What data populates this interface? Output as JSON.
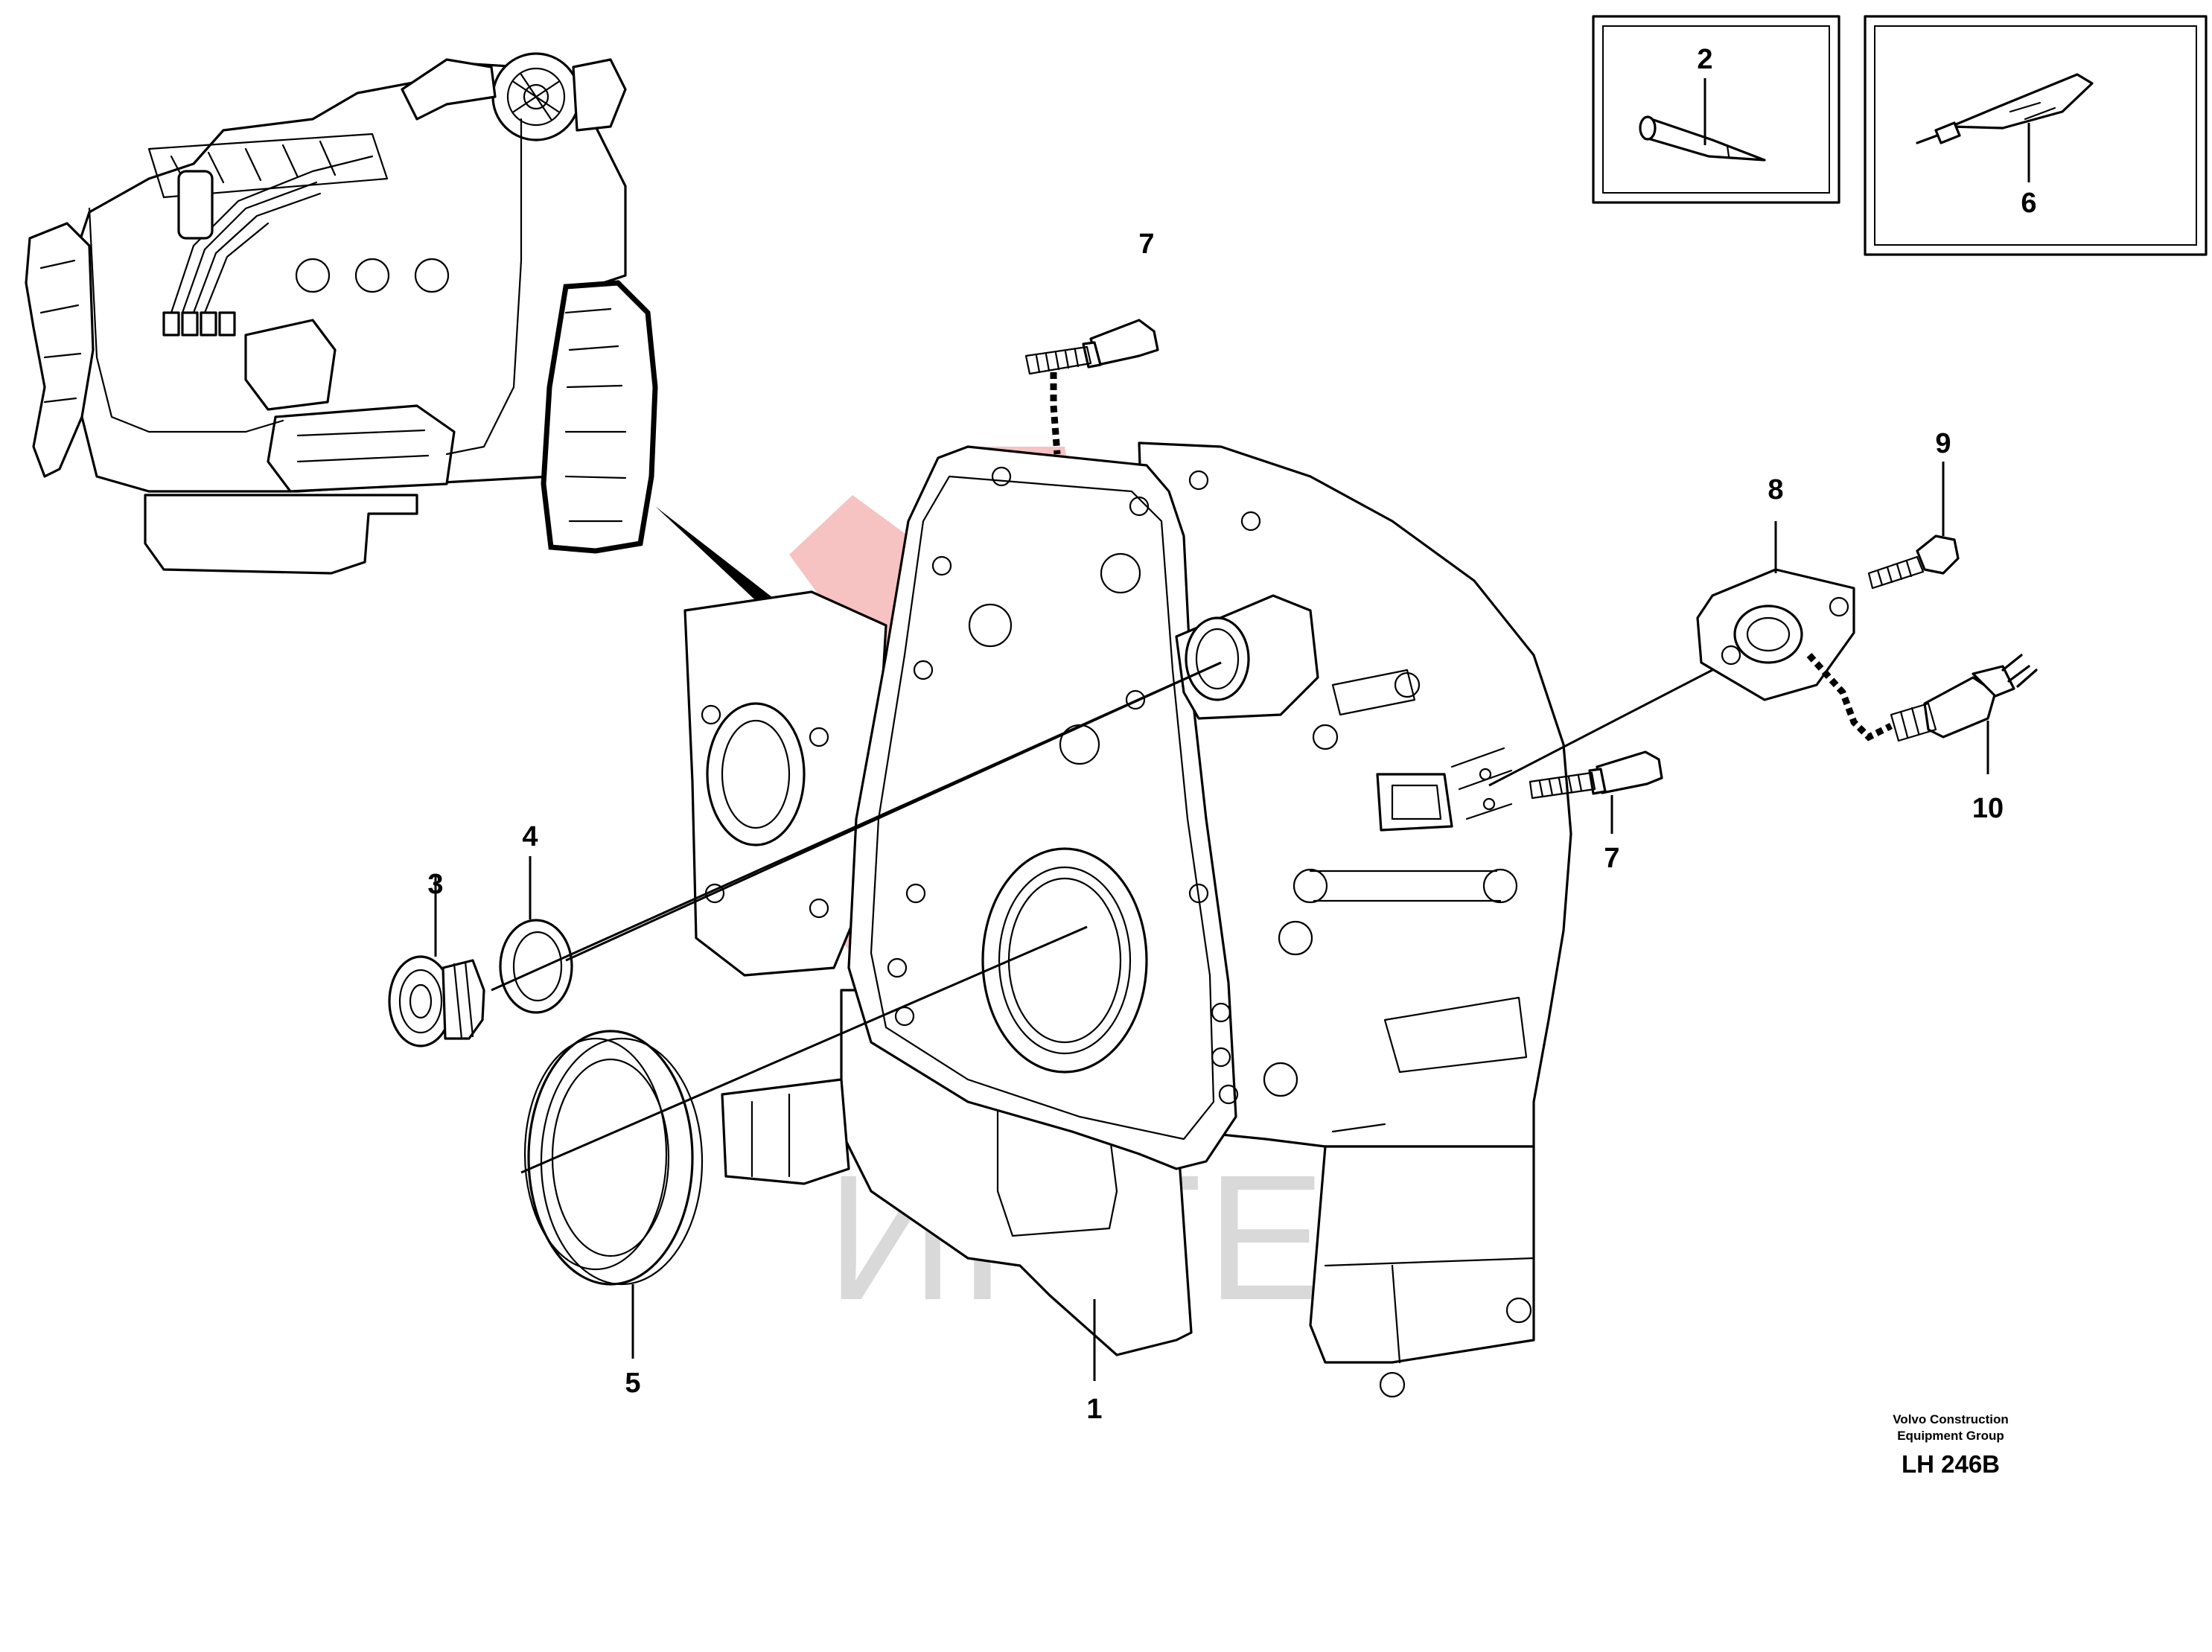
{
  "callouts": [
    {
      "id": "c1",
      "label": "1"
    },
    {
      "id": "c2",
      "label": "2"
    },
    {
      "id": "c3",
      "label": "3"
    },
    {
      "id": "c4",
      "label": "4"
    },
    {
      "id": "c5",
      "label": "5"
    },
    {
      "id": "c6",
      "label": "6"
    },
    {
      "id": "c7a",
      "label": "7"
    },
    {
      "id": "c7b",
      "label": "7"
    },
    {
      "id": "c8",
      "label": "8"
    },
    {
      "id": "c9",
      "label": "9"
    },
    {
      "id": "c10",
      "label": "10"
    }
  ],
  "footer": {
    "company_line1": "Volvo Construction",
    "company_line2": "Equipment Group",
    "doc_id": "LH 246B"
  },
  "watermark": {
    "text": "ИНТЕХ",
    "color": "#f4b7b7"
  }
}
